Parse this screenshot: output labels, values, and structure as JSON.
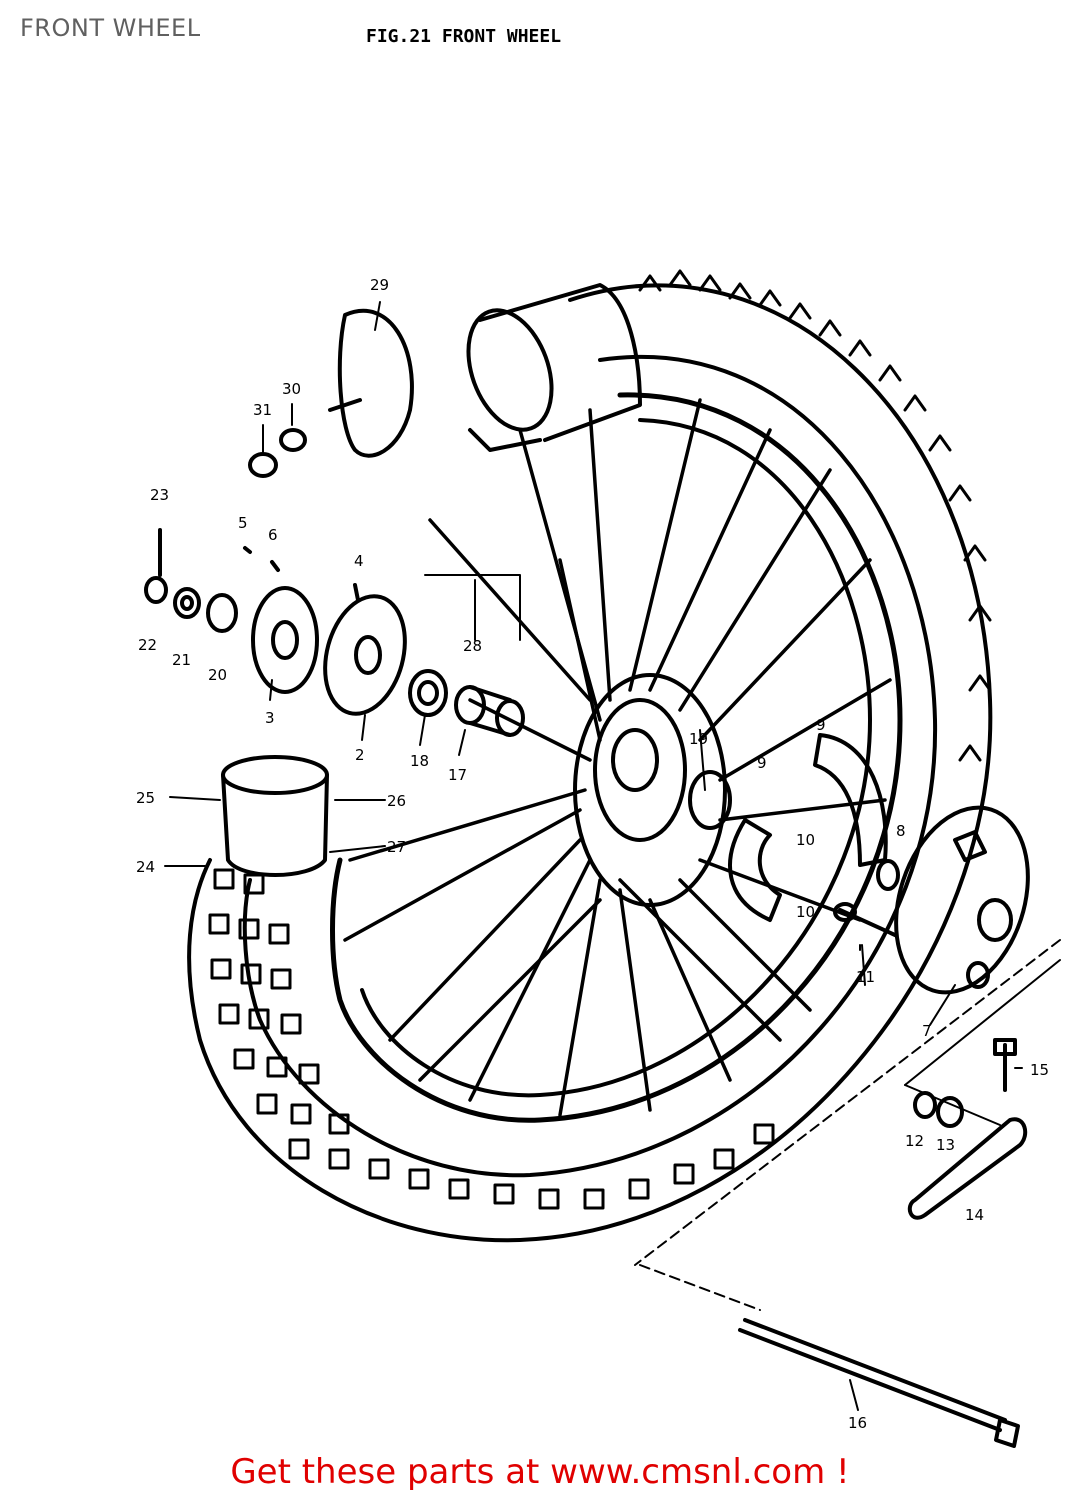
{
  "page_title": "FRONT WHEEL",
  "figure_title": "FIG.21 FRONT WHEEL",
  "footer": {
    "text": "Get these parts at www.cmsnl.com !"
  },
  "callouts": [
    "2",
    "3",
    "4",
    "5",
    "6",
    "7",
    "8",
    "9",
    "9",
    "10",
    "10",
    "11",
    "12",
    "13",
    "14",
    "15",
    "16",
    "17",
    "18",
    "19",
    "20",
    "21",
    "22",
    "23",
    "24",
    "25",
    "26",
    "27",
    "28",
    "29",
    "30",
    "31"
  ],
  "colors": {
    "ink": "#000000",
    "footer": "#e00000",
    "page_title": "#606060"
  }
}
